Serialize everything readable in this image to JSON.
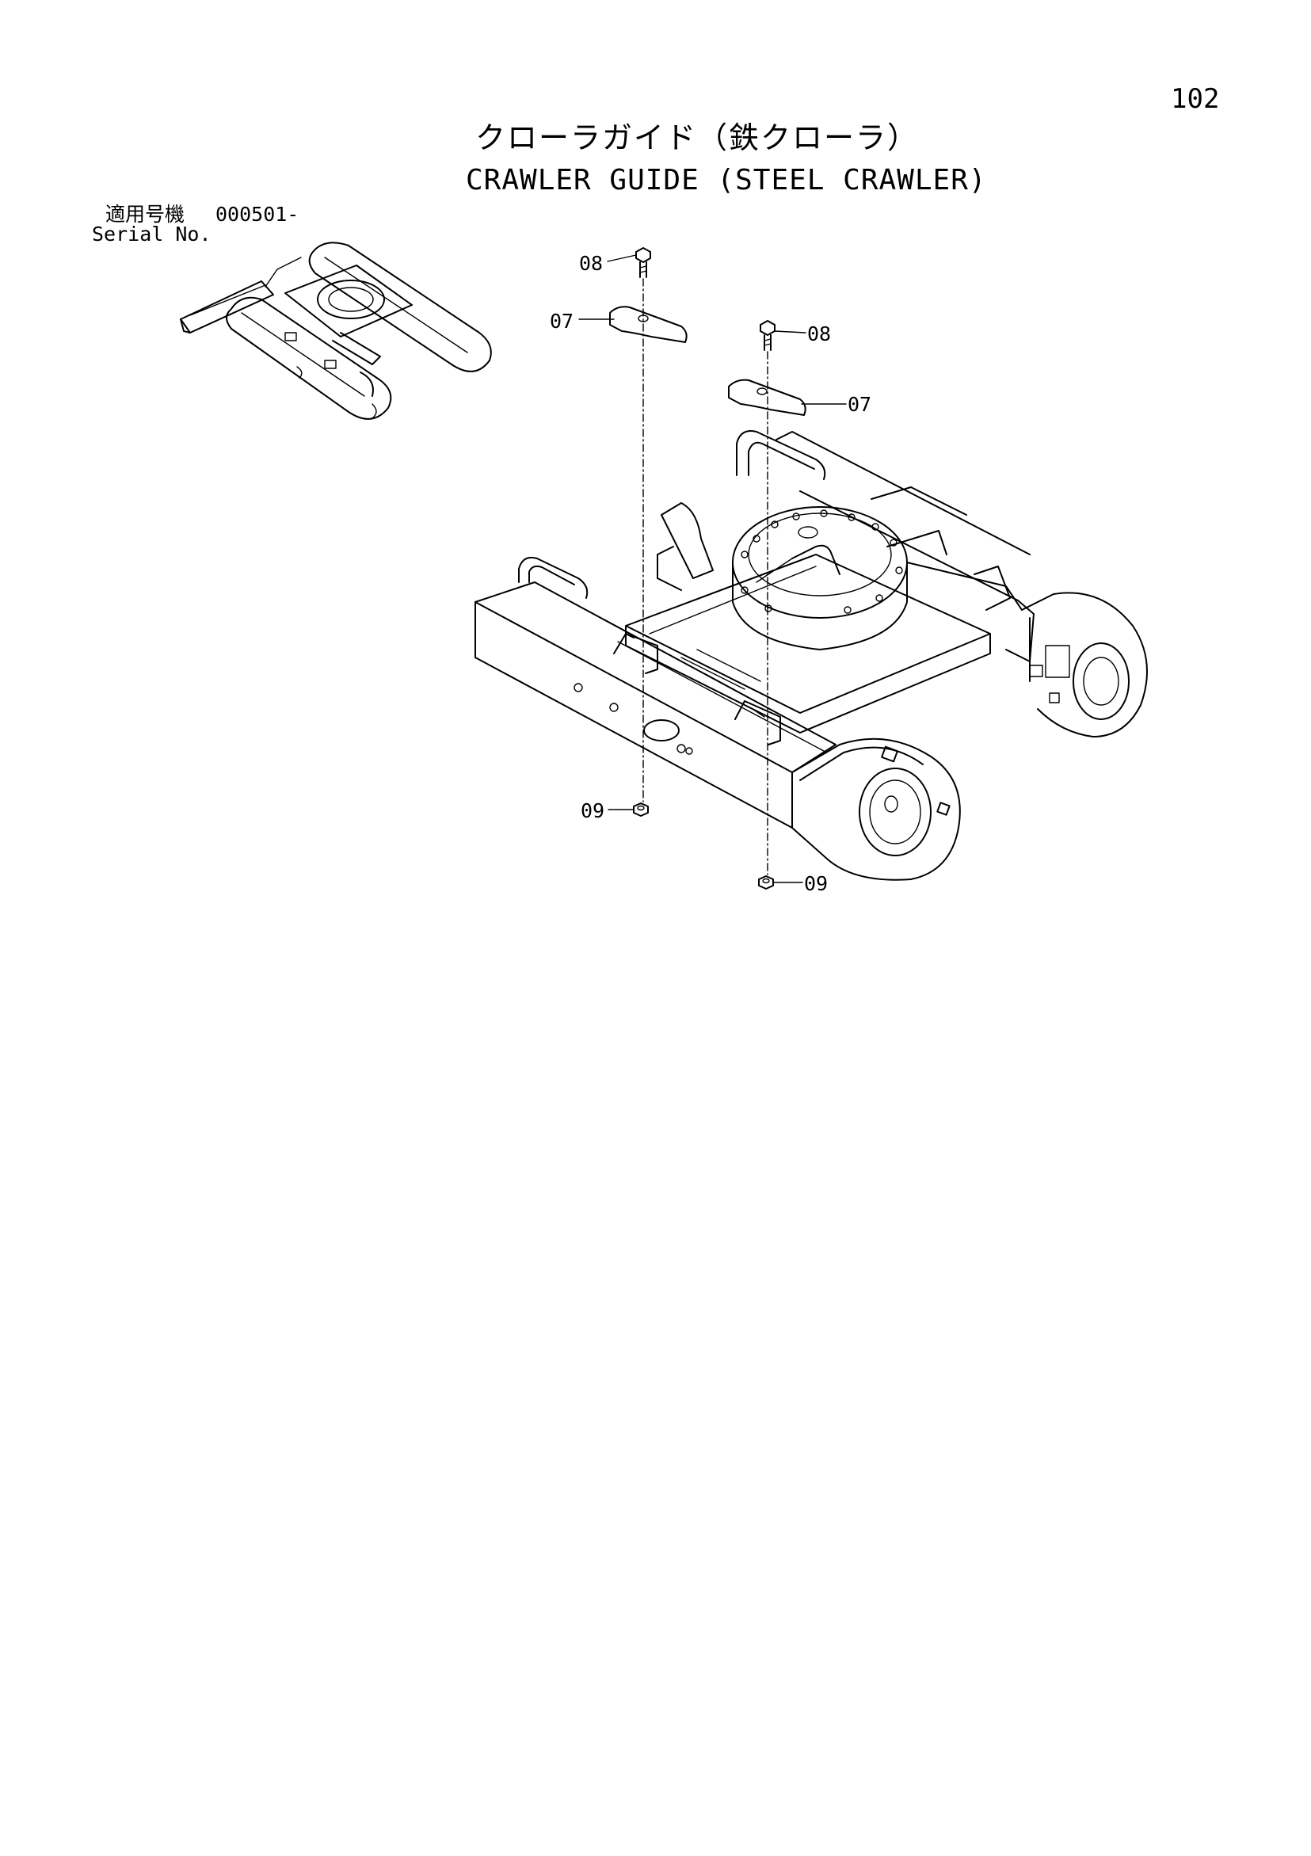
{
  "page": {
    "number": "102"
  },
  "title": {
    "japanese": "クローラガイド（鉄クローラ）",
    "english": "CRAWLER GUIDE (STEEL CRAWLER)"
  },
  "serial": {
    "label_jp": "適用号機",
    "value": "000501-",
    "label_en": "Serial No."
  },
  "callouts": {
    "part_08_upper_left": "08",
    "part_07_upper_left": "07",
    "part_08_upper_right": "08",
    "part_07_upper_right": "07",
    "part_09_lower_left": "09",
    "part_09_lower_right": "09"
  }
}
